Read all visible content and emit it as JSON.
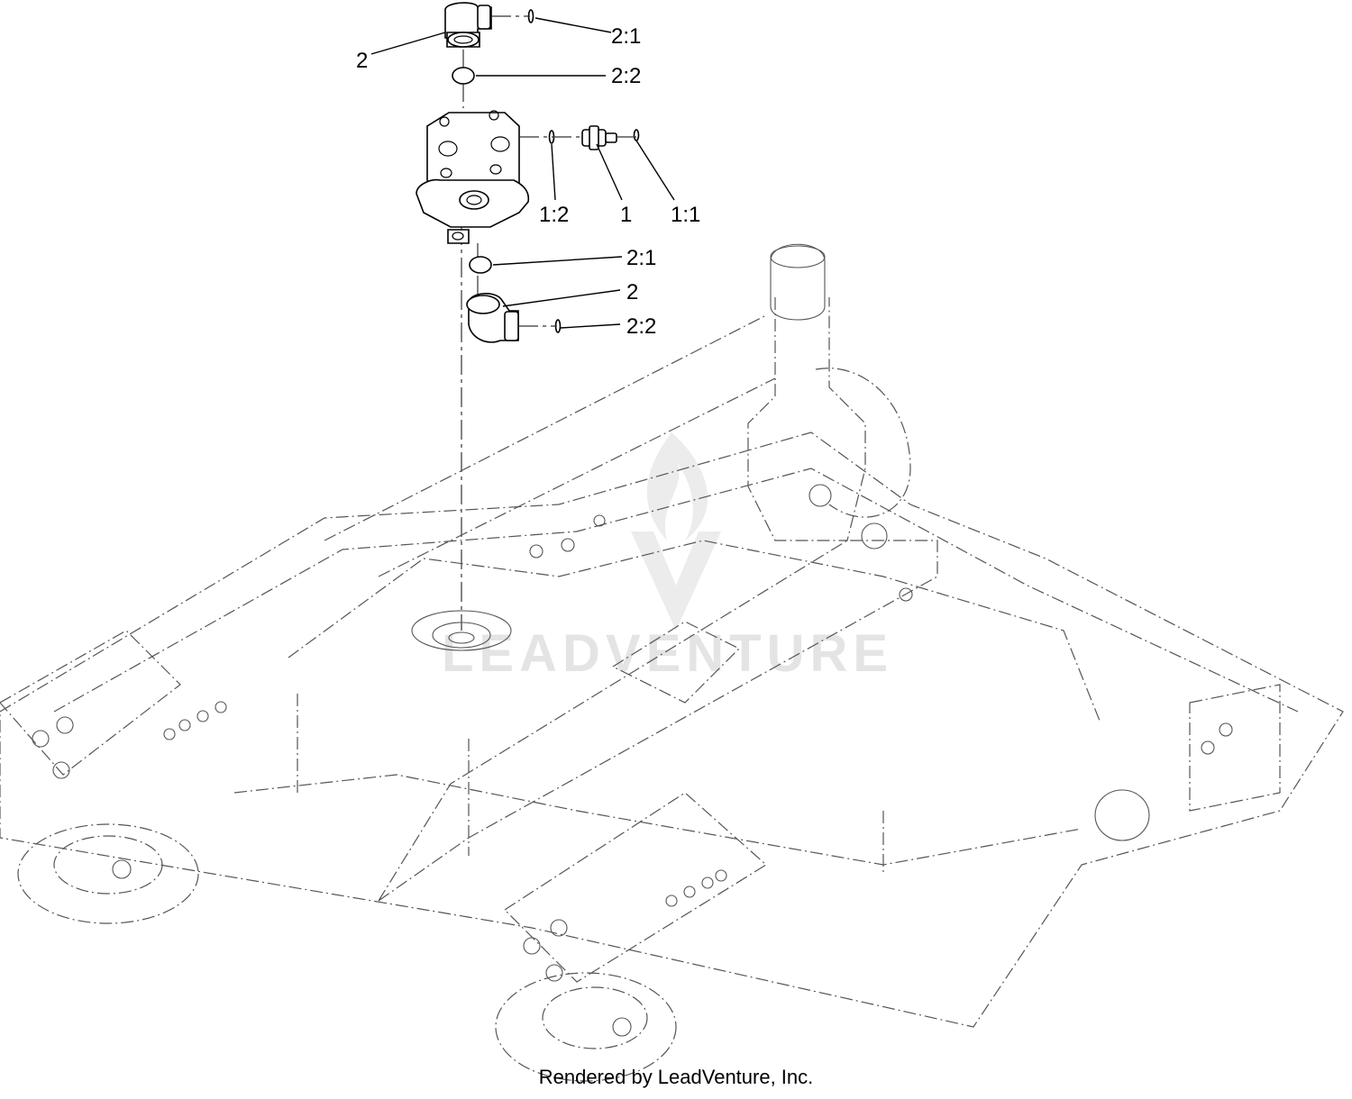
{
  "diagram": {
    "callouts": {
      "c1": "2:1",
      "c2": "2",
      "c3": "2:2",
      "c4": "1:2",
      "c5": "1",
      "c6": "1:1",
      "c7": "2:1",
      "c8": "2",
      "c9": "2:2"
    },
    "watermark_logo": "LEADVENTURE",
    "footer_credit": "Rendered by LeadVenture, Inc."
  },
  "colors": {
    "line": "#000000",
    "deck_line": "#555555",
    "watermark": "#e4e4e4",
    "background": "#ffffff"
  }
}
